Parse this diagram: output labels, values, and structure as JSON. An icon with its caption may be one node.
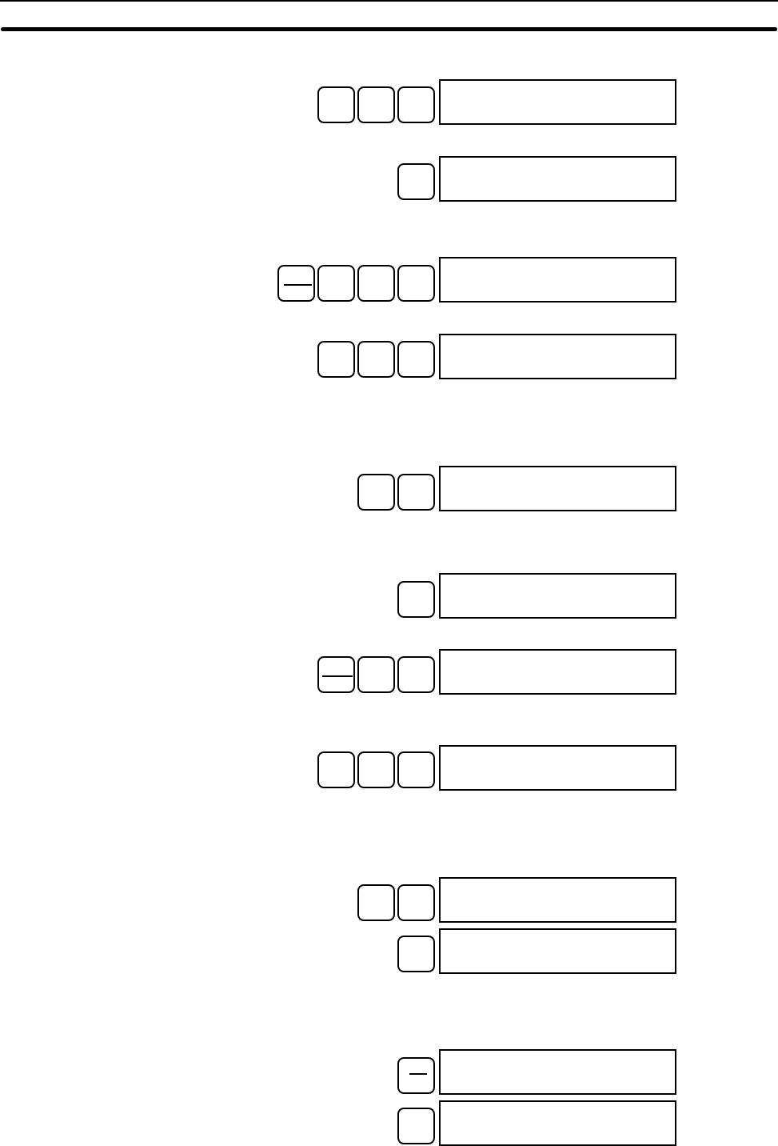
{
  "diagram": {
    "nodes": [
      {
        "text": [],
        "shape": "key"
      },
      {
        "text": [],
        "shape": "key"
      },
      {
        "text": [],
        "shape": "key"
      },
      {
        "text": [],
        "shape": "box"
      },
      {
        "text": [],
        "shape": "key"
      },
      {
        "text": [],
        "shape": "box"
      },
      {
        "text": [],
        "shape": "key"
      },
      {
        "text": [],
        "shape": "key"
      },
      {
        "text": [],
        "shape": "key"
      },
      {
        "text": [],
        "shape": "key"
      },
      {
        "text": [],
        "shape": "box"
      },
      {
        "text": [],
        "shape": "key"
      },
      {
        "text": [],
        "shape": "key"
      },
      {
        "text": [],
        "shape": "key"
      },
      {
        "text": [],
        "shape": "box"
      },
      {
        "text": [],
        "shape": "key"
      },
      {
        "text": [],
        "shape": "key"
      },
      {
        "text": [],
        "shape": "box"
      },
      {
        "text": [],
        "shape": "key"
      },
      {
        "text": [],
        "shape": "box"
      },
      {
        "text": [],
        "shape": "key"
      },
      {
        "text": [],
        "shape": "key"
      },
      {
        "text": [],
        "shape": "key"
      },
      {
        "text": [],
        "shape": "box"
      },
      {
        "text": [],
        "shape": "key"
      },
      {
        "text": [],
        "shape": "key"
      },
      {
        "text": [],
        "shape": "key"
      },
      {
        "text": [],
        "shape": "box"
      },
      {
        "text": [],
        "shape": "key"
      },
      {
        "text": [],
        "shape": "key"
      },
      {
        "text": [],
        "shape": "box"
      },
      {
        "text": [],
        "shape": "key"
      },
      {
        "text": [],
        "shape": "box"
      },
      {
        "text": [],
        "shape": "key"
      },
      {
        "text": [],
        "shape": "box"
      },
      {
        "text": [],
        "shape": "key"
      },
      {
        "text": [],
        "shape": "box"
      }
    ]
  }
}
